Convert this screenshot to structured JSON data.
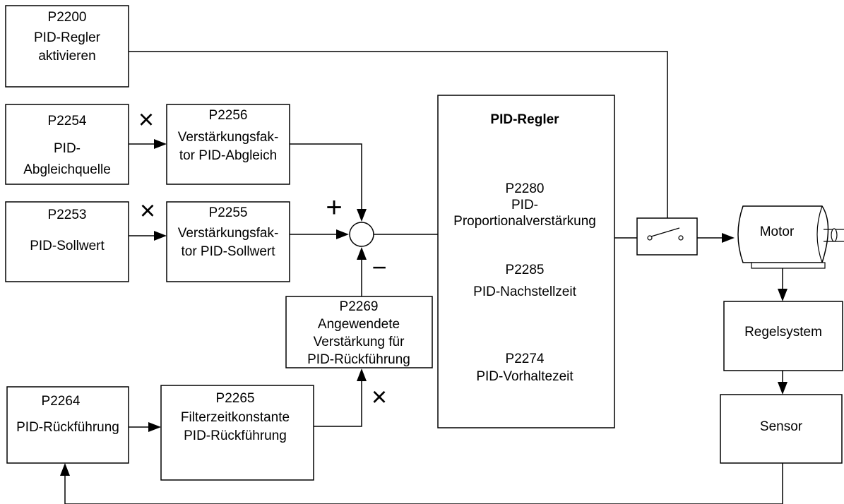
{
  "blocks": {
    "activate": {
      "line1": "P2200",
      "line2": "PID-Regler",
      "line3": "aktivieren"
    },
    "trim_source": {
      "line1": "P2254",
      "line2": "PID-",
      "line3": "Abgleichquelle"
    },
    "trim_gain": {
      "line1": "P2256",
      "line2": "Verstärkungsfak-",
      "line3": "tor PID-Abgleich"
    },
    "setpoint": {
      "line1": "P2253",
      "line2": "PID-Sollwert"
    },
    "setpoint_gain": {
      "line1": "P2255",
      "line2": "Verstärkungsfak-",
      "line3": "tor PID-Sollwert"
    },
    "feedback_gain": {
      "line1": "P2269",
      "line2": "Angewendete",
      "line3": "Verstärkung für",
      "line4": "PID-Rückführung"
    },
    "feedback": {
      "line1": "P2264",
      "line2": "PID-Rückführung"
    },
    "filter": {
      "line1": "P2265",
      "line2": "Filterzeitkonstante",
      "line3": "PID-Rückführung"
    },
    "controller": {
      "title": "PID-Regler",
      "p_code": "P2280",
      "p_line1": "PID-",
      "p_line2": "Proportionalverstärkung",
      "i_code": "P2285",
      "i_line": "PID-Nachstellzeit",
      "d_code": "P2274",
      "d_line": "PID-Vorhaltezeit"
    },
    "motor": "Motor",
    "plant": "Regelsystem",
    "sensor": "Sensor"
  },
  "symbols": {
    "plus": "+",
    "minus": "−",
    "multiply": "×"
  }
}
